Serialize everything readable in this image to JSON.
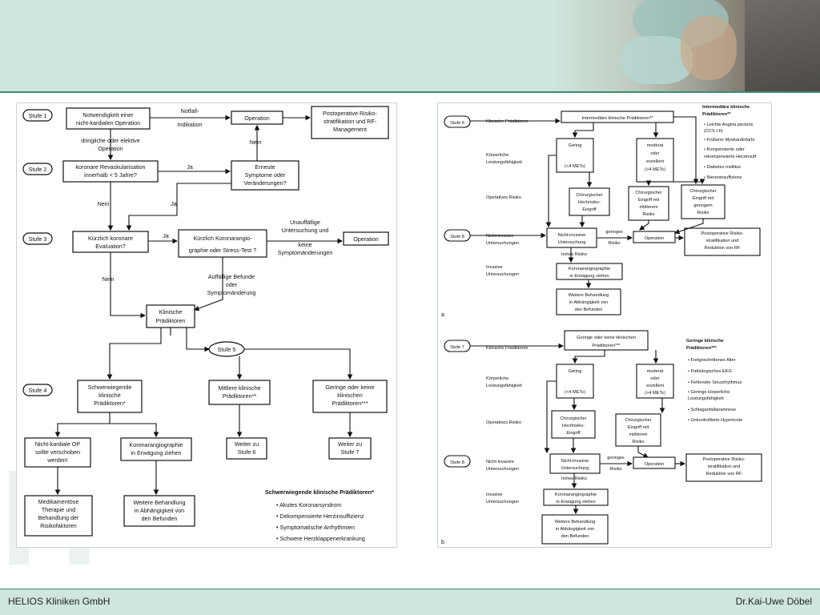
{
  "footer": {
    "left": "HELIOS Kliniken GmbH",
    "right": "Dr.Kai-Uwe Döbel"
  },
  "left_chart": {
    "stufe1": "Stufe 1",
    "stufe2": "Stufe 2",
    "stufe3": "Stufe 3",
    "stufe4": "Stufe 4",
    "notwendigkeit_1": "Notwendigkeit einer",
    "notwendigkeit_2": "nicht-kardialen Operation",
    "notfall_1": "Notfall-",
    "notfall_2": "Indikation",
    "operation": "Operation",
    "postop_1": "Postoperative Risiko-",
    "postop_2": "stratifikation und RF-",
    "postop_3": "Management",
    "dringlich_1": "dringliche oder elektive",
    "dringlich_2": "Operation",
    "nein": "Nein",
    "ja": "Ja",
    "revask_1": "koronare Revaskularisation",
    "revask_2": "innerhalb < 5 Jahre?",
    "erneute_1": "Erneute",
    "erneute_2": "Symptome oder",
    "erneute_3": "Veränderungen?",
    "kuerzlich_1": "Kürzlich koronare",
    "kuerzlich_2": "Evaluation?",
    "angio_1": "Kürzlich Koronarangio-",
    "angio_2": "graphie oder Stress-Test ?",
    "unauff_1": "Unauffällige",
    "unauff_2": "Untersuchung und",
    "unauff_3": "keine",
    "unauff_4": "Symptomänderungen",
    "auff_1": "Auffällige Befunde",
    "auff_2": "oder",
    "auff_3": "Symptomänderung",
    "klin_1": "Klinische",
    "klin_2": "Prädiktoren",
    "stufe5": "Stufe 5",
    "schwer_1": "Schwerwiegende",
    "schwer_2": "klinische",
    "schwer_3": "Prädiktoren*",
    "mittlere_1": "Mittlere klinische",
    "mittlere_2": "Prädiktoren**",
    "gering_1": "Geringe oder keine",
    "gering_2": "klinischen",
    "gering_3": "Prädiktoren***",
    "nichtkard_1": "Nicht-kardiale OP",
    "nichtkard_2": "sollte verschoben",
    "nichtkard_3": "werden!",
    "koronarang_1": "Koronarangiographie",
    "koronarang_2": "in Erwägung ziehen",
    "weiter6_1": "Weiter zu",
    "weiter6_2": "Stufe 6",
    "weiter7_1": "Weiter zu",
    "weiter7_2": "Stufe 7",
    "medik_1": "Medikamentöse",
    "medik_2": "Therapie und",
    "medik_3": "Behandlung der",
    "medik_4": "Risikofaktoren",
    "weitere_1": "Weitere Behandlung",
    "weitere_2": "in Abhängigkeit von",
    "weitere_3": "den Befunden",
    "legend_title": "Schwerwiegende klinische Prädiktoren*",
    "legend_items": [
      "• Akutes Koronarsyndrom",
      "• Dekompensierte Herzinsuffizienz",
      "• Symptomatische Arrhythmien",
      "• Schwere Herzklappenerkrankung"
    ]
  },
  "right_chart": {
    "stufe6": "Stufe 6",
    "stufe8": "Stufe 8",
    "stufe7": "Stufe 7",
    "row_klin": "Klinische Prädiktoren",
    "row_koerp_1": "Körperliche",
    "row_koerp_2": "Leistungsfähigkeit",
    "row_oprisk": "Operatives Risiko",
    "row_nichtinv_1": "Nicht-invasive",
    "row_nichtinv_2": "Untersuchungen",
    "row_inv_1": "Invasive",
    "row_inv_2": "Untersuchungen",
    "a_inter": "Intermediäre klinische Prädiktoren**",
    "gering": "Gering",
    "lt4": "(<4 METs)",
    "moderat_1": "moderat",
    "moderat_2": "oder",
    "moderat_3": "exzellent",
    "moderat_4": "(>4 METs)",
    "chir_hoch_1": "Chirurgischer",
    "chir_hoch_2": "Hochrisiko-",
    "chir_hoch_3": "Eingriff",
    "chir_mit_1": "Chirurgischer",
    "chir_mit_2": "Eingriff mit",
    "chir_mit_3": "mittlerem",
    "chir_mit_4": "Risiko",
    "chir_ger_1": "Chirurgischer",
    "chir_ger_2": "Eingriff mit",
    "chir_ger_3": "geringem",
    "chir_ger_4": "Risiko",
    "nichtinv_1": "Nicht-invasive",
    "nichtinv_2": "Untersuchung",
    "hohes": "hohes Risiko",
    "geringes_1": "geringes",
    "geringes_2": "Risiko",
    "operation": "Operation",
    "postop_1": "Postoperative Risiko-",
    "postop_2": "stratifikation und",
    "postop_3": "Reduktion von RF",
    "koronar_1": "Koronarangiographie",
    "koronar_2": "in Erwägung ziehen",
    "weitere_1": "Weitere Behandlung",
    "weitere_2": "in Abhängigkeit von",
    "weitere_3": "den Befunden",
    "a_label": "a",
    "b_label": "b",
    "legend_a_title_1": "Intermediäre klinische",
    "legend_a_title_2": "Prädiktoren**",
    "legend_a_items": [
      "• Leichte Angina pectoris",
      "  (CCS I-II)",
      "• Früherer Myokardinfarkt",
      "• Kompensierte oder",
      "  rekompensierte Herzinsuff",
      "• Diabetes mellitus",
      "• Niereninsuffizienz"
    ],
    "b_gering_1": "Geringe oder keine klinischen",
    "b_gering_2": "Prädiktoren***",
    "chir_mit_b_4": "Risiko",
    "legend_b_title_1": "Geringe klinische",
    "legend_b_title_2": "Prädiktoren***",
    "legend_b_items": [
      "• Fortgeschrittenes Alter",
      "• Pathologisches EKG",
      "• Fehlender Sinusrhythmus",
      "• Geringe körperliche",
      "  Leistungsfähigkeit",
      "• Schlaganfallanamnese",
      "• Unkontrollierte Hypertonie"
    ]
  }
}
